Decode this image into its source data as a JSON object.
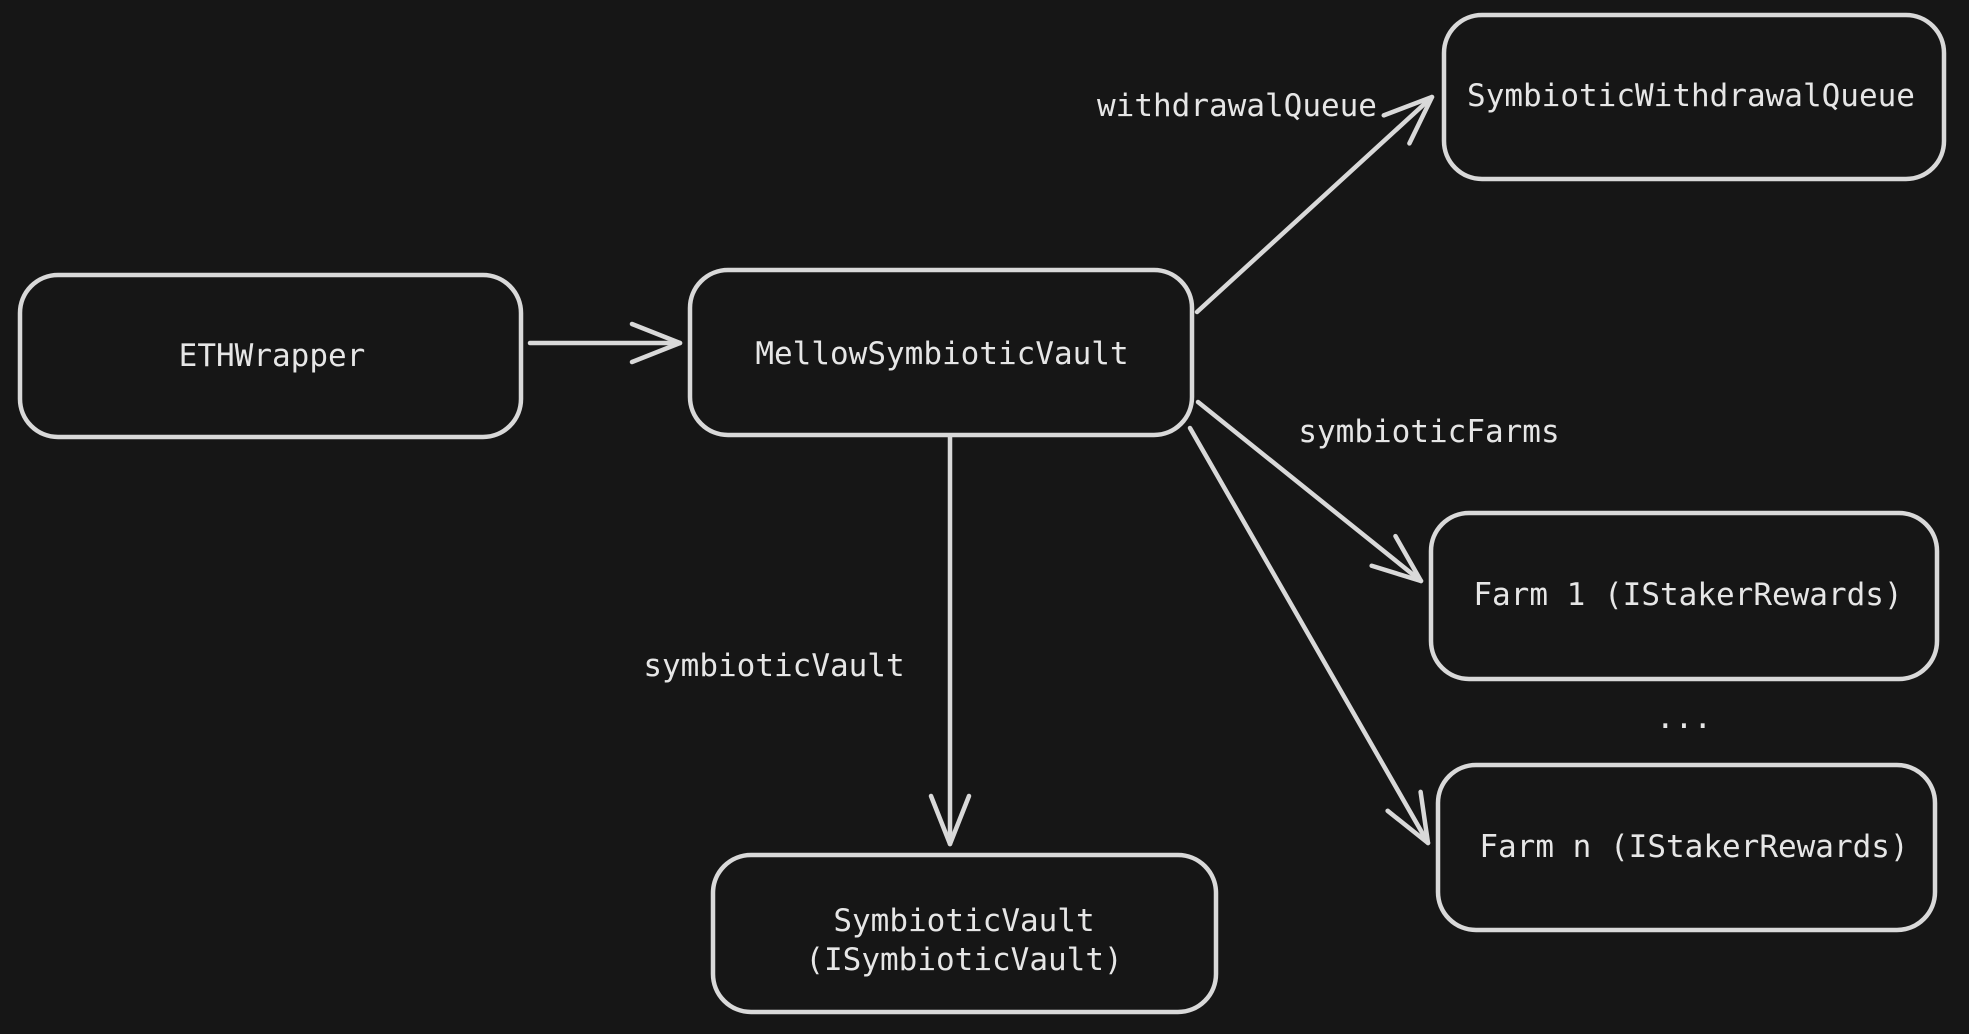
{
  "colors": {
    "background": "#161616",
    "stroke": "#d9d9d9",
    "text": "#e6e6e6"
  },
  "nodes": {
    "eth_wrapper": {
      "label": "ETHWrapper"
    },
    "mellow_symbiotic_vault": {
      "label": "MellowSymbioticVault"
    },
    "symbiotic_withdrawal_queue": {
      "label": "SymbioticWithdrawalQueue"
    },
    "farm_1": {
      "label": "Farm 1 (IStakerRewards)"
    },
    "farm_n": {
      "label": "Farm n (IStakerRewards)"
    },
    "symbiotic_vault": {
      "label_line1": "SymbioticVault",
      "label_line2": "(ISymbioticVault)"
    }
  },
  "edge_labels": {
    "withdrawal_queue": "withdrawalQueue",
    "symbiotic_farms": "symbioticFarms",
    "symbiotic_vault": "symbioticVault"
  },
  "ellipsis": "...",
  "edges": [
    {
      "from": "ETHWrapper",
      "to": "MellowSymbioticVault",
      "label": ""
    },
    {
      "from": "MellowSymbioticVault",
      "to": "SymbioticWithdrawalQueue",
      "label": "withdrawalQueue"
    },
    {
      "from": "MellowSymbioticVault",
      "to": "Farm 1 (IStakerRewards)",
      "label": "symbioticFarms"
    },
    {
      "from": "MellowSymbioticVault",
      "to": "Farm n (IStakerRewards)",
      "label": "symbioticFarms"
    },
    {
      "from": "MellowSymbioticVault",
      "to": "SymbioticVault (ISymbioticVault)",
      "label": "symbioticVault"
    }
  ]
}
